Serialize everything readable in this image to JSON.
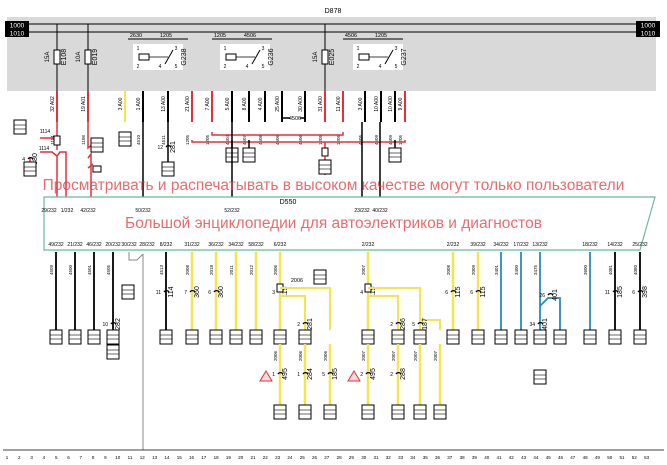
{
  "colors": {
    "red": "#e2303c",
    "yellow": "#f2e64c",
    "blue": "#2a8db0",
    "black": "#000000",
    "frame": "#6fb89a",
    "panel": "#d9d9d9"
  },
  "top_unit": {
    "label": "D878",
    "bus": [
      "1000",
      "1010"
    ]
  },
  "fuses": [
    {
      "rating": "15A",
      "name": "E108"
    },
    {
      "rating": "10A",
      "name": "E019"
    },
    {
      "rating": "15A",
      "name": "E025"
    }
  ],
  "relays": [
    {
      "name": "G238",
      "pins": [
        "1",
        "2",
        "3",
        "4",
        "5"
      ],
      "feed": [
        "2630",
        "1205"
      ]
    },
    {
      "name": "G236",
      "pins": [
        "1",
        "2",
        "3",
        "4",
        "5"
      ],
      "feed": [
        "1205",
        "4506"
      ]
    },
    {
      "name": "G237",
      "pins": [
        "1",
        "2",
        "3",
        "4",
        "5"
      ],
      "feed": [
        "4506",
        "1205"
      ]
    }
  ],
  "upper_wires": [
    {
      "pin": "32 A02",
      "wire": "1114",
      "color": "red"
    },
    {
      "pin": "19 A01",
      "wire": "1108",
      "color": "red"
    },
    {
      "pin": "3 A00",
      "wire": "2630",
      "color": "yellow"
    },
    {
      "pin": "1 A00",
      "wire": "4510",
      "color": "black"
    },
    {
      "pin": "13 A00",
      "wire": "4511",
      "color": "black"
    },
    {
      "pin": "21 A00",
      "wire": "1205",
      "color": "red"
    },
    {
      "pin": "7 A00",
      "wire": "1205",
      "color": "red"
    },
    {
      "pin": "5 A00",
      "wire": "4504",
      "color": "black"
    },
    {
      "pin": "8 A00",
      "wire": "4507",
      "color": "black"
    },
    {
      "pin": "4 A00",
      "wire": "4508",
      "color": "black"
    },
    {
      "pin": "25 A00",
      "wire": "4506",
      "color": "black"
    },
    {
      "pin": "30 A00",
      "wire": "4506",
      "color": "black"
    },
    {
      "pin": "31 A00",
      "wire": "1205",
      "color": "red"
    },
    {
      "pin": "11 A00",
      "wire": "1205",
      "color": "red"
    },
    {
      "pin": "3 A00",
      "wire": "4505",
      "color": "black"
    },
    {
      "pin": "10 A00",
      "wire": "4509",
      "color": "black"
    },
    {
      "pin": "10 A00",
      "wire": "4509",
      "color": "black"
    },
    {
      "pin": "9 A00",
      "wire": "1205",
      "color": "red"
    }
  ],
  "loop_label": "4506",
  "upper_splices": [
    {
      "num": "380",
      "pin": "4"
    },
    {
      "num": "281",
      "pin": "12"
    }
  ],
  "junction_wire": "1114",
  "main_unit": {
    "label": "D550",
    "top_pins": [
      "29/232",
      "1/232",
      "42/232",
      "50/232",
      "52/232",
      "23/232",
      "40/232"
    ]
  },
  "lower_columns": [
    {
      "pin": "49/232",
      "wire": "4509",
      "color": "black"
    },
    {
      "pin": "21/232",
      "wire": "4500",
      "color": "black"
    },
    {
      "pin": "46/232",
      "wire": "4501",
      "color": "black"
    },
    {
      "pin": "20/232",
      "wire": "4505",
      "color": "black",
      "splice": "282",
      "splice_pin": "10"
    },
    {
      "pin": "30/232",
      "wire": "",
      "color": "none"
    },
    {
      "pin": "28/232",
      "wire": "",
      "color": "none"
    },
    {
      "pin": "8/232",
      "wire": "4513",
      "color": "black",
      "splice": "114",
      "splice_pin": "11"
    },
    {
      "pin": "31/232",
      "wire": "2008",
      "color": "yellow",
      "splice": "360",
      "splice_pin": "7"
    },
    {
      "pin": "36/232",
      "wire": "2018",
      "color": "yellow",
      "splice": "360",
      "splice_pin": "6"
    },
    {
      "pin": "34/232",
      "wire": "2011",
      "color": "yellow"
    },
    {
      "pin": "58/232",
      "wire": "2012",
      "color": "yellow"
    },
    {
      "pin": "6/232",
      "wire": "2006",
      "color": "yellow",
      "splice": "115",
      "splice_pin": "3"
    },
    {
      "pin": "2/232",
      "wire": "2007",
      "color": "yellow",
      "splice": "115",
      "splice_pin": "4"
    },
    {
      "pin": "2/232",
      "wire": "2008",
      "color": "yellow",
      "splice": "115",
      "splice_pin": "6"
    },
    {
      "pin": "39/232",
      "wire": "2009",
      "color": "yellow",
      "splice": "115",
      "splice_pin": "6"
    },
    {
      "pin": "34/232",
      "wire": "3401",
      "color": "blue"
    },
    {
      "pin": "17/232",
      "wire": "3400",
      "color": "blue"
    },
    {
      "pin": "13/232",
      "wire": "3475",
      "color": "blue",
      "splice": "401",
      "splice_pin": "34"
    },
    {
      "pin": "18/232",
      "wire": "3600",
      "color": "blue"
    },
    {
      "pin": "14/232",
      "wire": "4081",
      "color": "black",
      "splice": "185",
      "splice_pin": "11"
    },
    {
      "pin": "25/232",
      "wire": "4080",
      "color": "black",
      "splice": "398",
      "splice_pin": "6"
    }
  ],
  "branch_label": "2006",
  "branch_splices": [
    {
      "num": "281",
      "pin": "2",
      "wire": "2006"
    },
    {
      "num": "286",
      "pin": "2",
      "wire": "2007"
    },
    {
      "num": "187",
      "pin": "5",
      "wire": "2007"
    },
    {
      "num": "401",
      "pin": "26",
      "wire": "3475"
    }
  ],
  "bottom_splices": [
    {
      "num": "495",
      "pin": "1",
      "wire": "2006",
      "warn": true
    },
    {
      "num": "284",
      "pin": "1",
      "wire": "2006",
      "warn": false
    },
    {
      "num": "185",
      "pin": "5",
      "wire": "2006",
      "warn": false
    },
    {
      "num": "495",
      "pin": "2",
      "wire": "2007",
      "warn": true
    },
    {
      "num": "288",
      "pin": "2",
      "wire": "2007",
      "warn": false
    },
    {
      "num": "",
      "pin": "",
      "wire": "2007",
      "warn": false
    },
    {
      "num": "",
      "pin": "",
      "wire": "2007",
      "warn": false
    }
  ],
  "watermark": [
    "Просматривать и распечатывать в высоком качестве могут только пользователи",
    "Большой энциклопедии для автоэлектриков и диагностов"
  ],
  "ruler": [
    "1",
    "2",
    "3",
    "4",
    "5",
    "6",
    "7",
    "8",
    "9",
    "10",
    "11",
    "12",
    "13",
    "14",
    "15",
    "16",
    "17",
    "18",
    "19",
    "20",
    "21",
    "22",
    "23",
    "24",
    "25",
    "26",
    "27",
    "28",
    "29",
    "30",
    "31",
    "32",
    "33",
    "34",
    "35",
    "36",
    "37",
    "38",
    "39",
    "40",
    "41",
    "42",
    "43",
    "44",
    "45",
    "46",
    "47",
    "48",
    "49",
    "50",
    "51",
    "52",
    "53"
  ]
}
